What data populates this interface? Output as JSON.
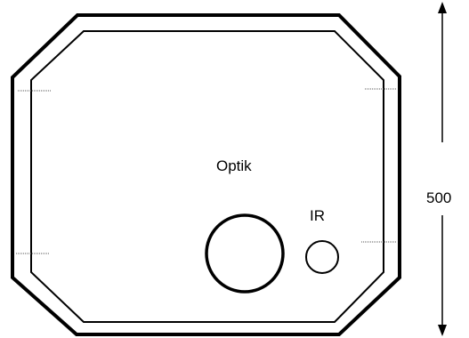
{
  "labels": {
    "optik": "Optik",
    "ir": "IR",
    "dimension": "500"
  },
  "colors": {
    "stroke": "#000000",
    "background": "#ffffff",
    "hint_lines": "#555555"
  }
}
